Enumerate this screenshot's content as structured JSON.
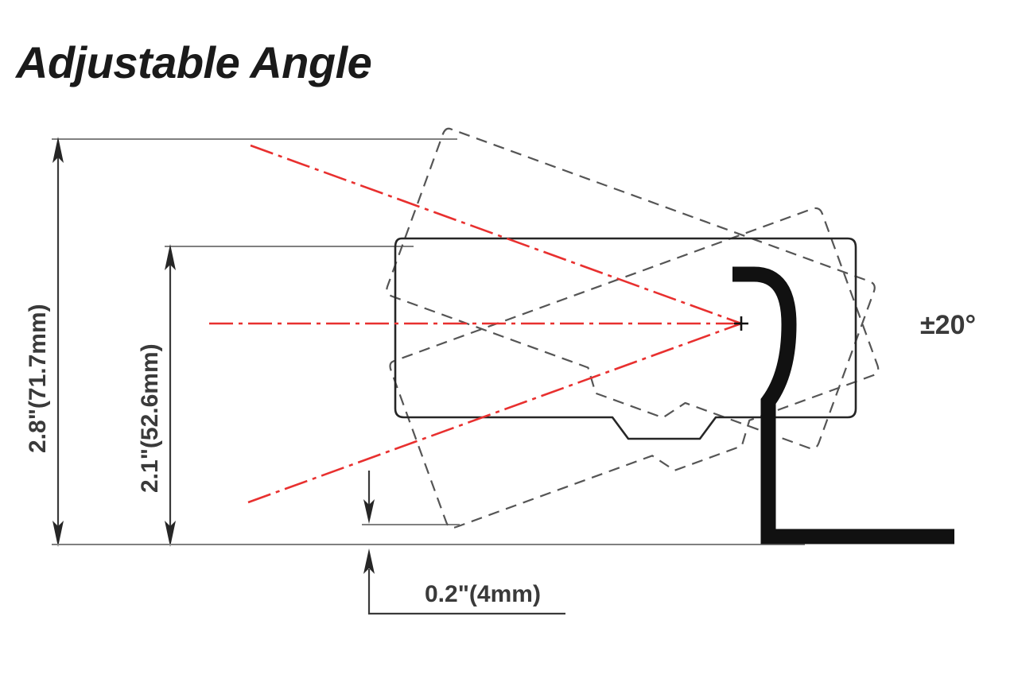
{
  "title": "Adjustable Angle",
  "dimensions": {
    "overall_height": {
      "label": "2.8\"(71.7mm)",
      "inches": 2.8,
      "mm": 71.7,
      "orientation": "vertical",
      "name": "overall-height-dimension"
    },
    "body_height": {
      "label": "2.1\"(52.6mm)",
      "inches": 2.1,
      "mm": 52.6,
      "orientation": "vertical",
      "name": "body-height-dimension"
    },
    "ground_clearance": {
      "label": "0.2\"(4mm)",
      "inches": 0.2,
      "mm": 4,
      "orientation": "vertical",
      "name": "ground-clearance-dimension"
    }
  },
  "angle": {
    "label": "±20°",
    "value": 20,
    "unit": "degrees",
    "symbol": "plus-minus"
  },
  "colors": {
    "centerline": "#e8302f",
    "outline": "#262626",
    "ghost_outline": "#555555",
    "dimension": "#3a3a3a",
    "thin": "#808080",
    "background": "#ffffff"
  },
  "graphic": {
    "pivot_label": "pivot-point",
    "solid_body_label": "device-body-outline",
    "ghost_up_label": "device-body-rotated-up",
    "ghost_down_label": "device-body-rotated-down",
    "mount_label": "mounting-bracket",
    "baseline_label": "ground-baseline"
  }
}
